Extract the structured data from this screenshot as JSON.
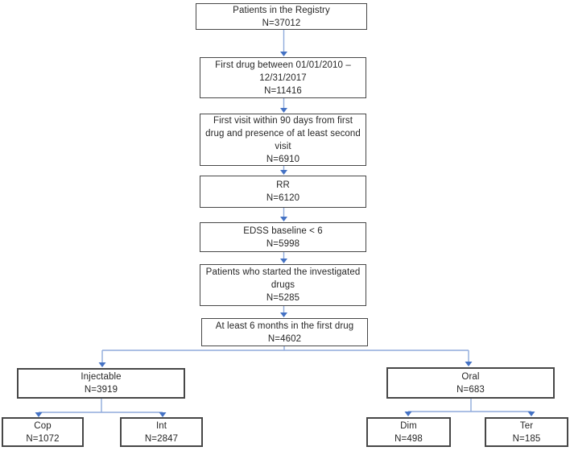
{
  "diagram": {
    "type": "flowchart",
    "background": "#ffffff",
    "colors": {
      "box_border": "#474747",
      "text": "#262626",
      "connector_line": "#8faadb",
      "arrowhead": "#4472c4"
    },
    "nodes": {
      "registry": {
        "lines": [
          "Patients  in the Registry",
          "N=37012"
        ]
      },
      "first_drug": {
        "lines": [
          "First drug between 01/01/2010 –",
          "12/31/2017",
          "N=11416"
        ]
      },
      "first_visit": {
        "lines": [
          "First visit within 90 days from first",
          "drug  and presence of at least second",
          "visit",
          "N=6910"
        ]
      },
      "rr": {
        "lines": [
          "RR",
          "N=6120"
        ]
      },
      "edss": {
        "lines": [
          "EDSS baseline < 6",
          "N=5998"
        ]
      },
      "started": {
        "lines": [
          "Patients who started the investigated",
          "drugs",
          "N=5285"
        ]
      },
      "six_months": {
        "lines": [
          "At least 6 months in the first drug",
          "N=4602"
        ]
      },
      "injectable": {
        "lines": [
          "Injectable",
          "N=3919"
        ]
      },
      "oral": {
        "lines": [
          "Oral",
          "N=683"
        ]
      },
      "cop": {
        "lines": [
          "Cop",
          "N=1072"
        ]
      },
      "int": {
        "lines": [
          "Int",
          "N=2847"
        ]
      },
      "dim": {
        "lines": [
          "Dim",
          "N=498"
        ]
      },
      "ter": {
        "lines": [
          "Ter",
          "N=185"
        ]
      }
    }
  }
}
